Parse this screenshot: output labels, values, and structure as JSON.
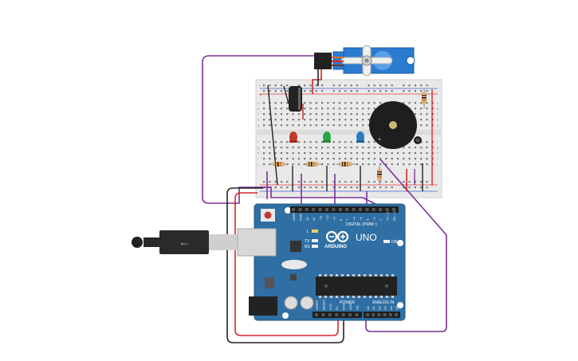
{
  "board": {
    "brand": "ARDUINO",
    "model": "UNO",
    "digital_label": "DIGITAL (PWM~)",
    "power_label": "POWER",
    "analog_label": "ANALOG IN",
    "led_l": "L",
    "led_tx": "TX",
    "led_rx": "RX",
    "led_on": "ON",
    "digital_pins": [
      "AREF",
      "GND",
      "13",
      "12",
      "~11",
      "~10",
      "~9",
      "8",
      "7",
      "~6",
      "~5",
      "4",
      "~3",
      "2",
      "TX→1",
      "RX←0"
    ],
    "power_pins": [
      "IOREF",
      "RESET",
      "3.3V",
      "5V",
      "GND",
      "GND",
      "Vin"
    ],
    "analog_pins": [
      "A0",
      "A1",
      "A2",
      "A3",
      "A4",
      "A5"
    ]
  },
  "breadboard": {
    "row_letters": [
      "a",
      "b",
      "c",
      "d",
      "e",
      "f",
      "g",
      "h",
      "i",
      "j"
    ],
    "rail_plus": "+",
    "rail_minus": "-"
  },
  "buzzer": {
    "plus": "+"
  },
  "colors": {
    "wire_purple": "#7b3294",
    "wire_red": "#d62728",
    "wire_black": "#222222",
    "board_blue": "#2f6fa3",
    "servo_blue": "#2b7bd1",
    "breadboard": "#ececec",
    "led_red": "#c0392b",
    "led_green": "#27a844",
    "led_blue": "#2b7bc0"
  },
  "icons": [
    "usb-cable-icon",
    "servo-icon",
    "buzzer-icon",
    "capacitor-icon",
    "pushbutton-icon",
    "arduino-logo-icon"
  ]
}
